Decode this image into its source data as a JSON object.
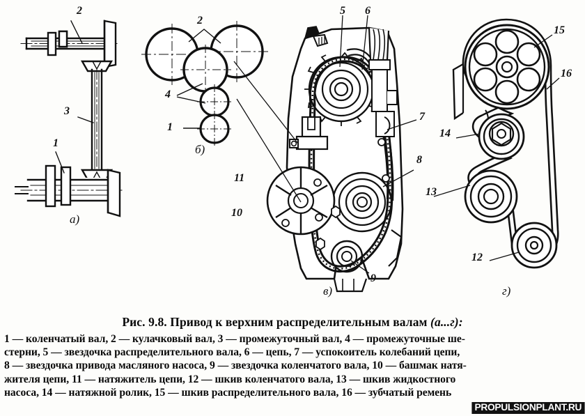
{
  "figure": {
    "caption_title_prefix": "Рис. 9.8.",
    "caption_title_text": "Привод к верхним распределительным валам",
    "caption_title_suffix": "(а...г):",
    "caption_lines": [
      "1 — коленчатый вал, 2 — кулачковый вал, 3 — промежуточный вал, 4 — промежуточные ше-",
      "стерни, 5 — звездочка распределительного вала, 6 — цепь, 7 — успокоитель колебаний цепи,",
      "8 — звездочка привода масляного насоса, 9 — звездочка коленчатого вала, 10 — башмак натя-",
      "жителя цепи, 11 — натяжитель цепи, 12 — шкив коленчатого вала, 13 — шкив жидкостного",
      "насоса, 14 — натяжной ролик, 15 — шкив распределительного вала, 16 — зубчатый ремень"
    ],
    "watermark": "PROPULSIONPLANT.RU"
  },
  "panels": {
    "a": {
      "letter": "а)",
      "title_hint": "bevel-gear shaft drive",
      "callouts": [
        {
          "id": "a2",
          "text": "2"
        },
        {
          "id": "a3",
          "text": "3"
        },
        {
          "id": "a1",
          "text": "1"
        }
      ]
    },
    "b": {
      "letter": "б)",
      "title_hint": "spur gear train drive",
      "callouts": [
        {
          "id": "b2",
          "text": "2"
        },
        {
          "id": "b4",
          "text": "4"
        },
        {
          "id": "b1",
          "text": "1"
        }
      ]
    },
    "v": {
      "letter": "в)",
      "title_hint": "chain drive",
      "callouts": [
        {
          "id": "v5",
          "text": "5"
        },
        {
          "id": "v6",
          "text": "6"
        },
        {
          "id": "v7",
          "text": "7"
        },
        {
          "id": "v8",
          "text": "8"
        },
        {
          "id": "v9",
          "text": "9"
        },
        {
          "id": "v10",
          "text": "10"
        },
        {
          "id": "v11",
          "text": "11"
        }
      ]
    },
    "g": {
      "letter": "г)",
      "title_hint": "toothed belt drive",
      "callouts": [
        {
          "id": "g15",
          "text": "15"
        },
        {
          "id": "g16",
          "text": "16"
        },
        {
          "id": "g14",
          "text": "14"
        },
        {
          "id": "g13",
          "text": "13"
        },
        {
          "id": "g12",
          "text": "12"
        }
      ]
    }
  },
  "colors": {
    "ink": "#111111",
    "paper": "#fdfdfb",
    "watermark_bg": "#111111",
    "watermark_fg": "#ffffff"
  }
}
